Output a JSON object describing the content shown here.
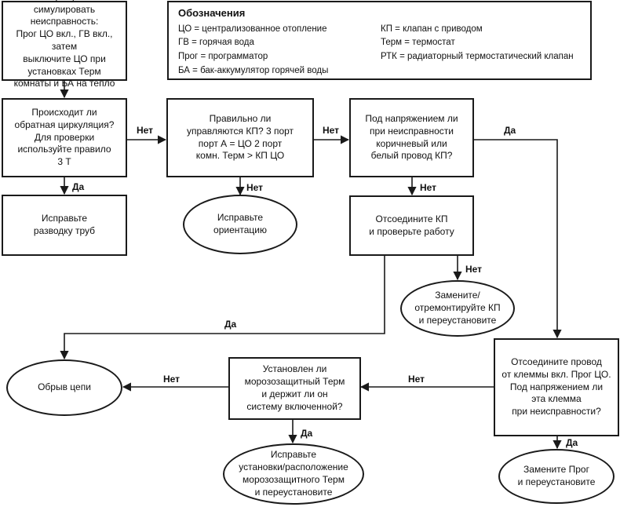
{
  "legend": {
    "title": "Обозначения",
    "items_left": [
      "ЦО = централизованное отопление",
      "ГВ = горячая вода",
      "Прог = программатор",
      "БА = бак-аккумулятор горячей воды"
    ],
    "items_right": [
      "КП = клапан с приводом",
      "Терм = термостат",
      "РТК = радиаторный термостатический клапан"
    ]
  },
  "nodes": {
    "start": "Попробуйте симулировать\nнеисправность:\nПрог ЦО вкл., ГВ вкл., затем\nвыключите ЦО при\nустановках Терм\nкомнаты и БА на тепло",
    "q_reverse": "Происходит ли\nобратная циркуляция?\nДля проверки\nиспользуйте правило\n3 Т",
    "fix_pipes": "Исправьте\nразводку труб",
    "q_valves": "Правильно ли\nуправляются КП? 3 порт\nпорт А = ЦО 2 порт\nкомн. Терм > КП ЦО",
    "fix_orientation": "Исправьте\nориентацию",
    "q_voltage": "Под напряжением ли\nпри неисправности\nкоричневый или\nбелый провод КП?",
    "disconnect_valve": "Отсоедините КП\nи проверьте работу",
    "replace_valve": "Замените/\nотремонтируйте КП\nи переустановите",
    "disconnect_wire": "Отсоедините провод\nот клеммы вкл. Прог ЦО.\nПод напряжением ли\nэта клемма\nпри неисправности?",
    "replace_prog": "Замените Прог\nи переустановите",
    "q_frost": "Установлен ли\nморозозащитный Терм\nи держит ли он\nсистему включенной?",
    "fix_frost": "Исправьте\nустановки/расположение\nморозозащитного Терм\nи переустановите",
    "open_circuit": "Обрыв цепи"
  },
  "labels": {
    "yes_reverse": "Да",
    "no_reverse": "Нет",
    "no_valves_down": "Нет",
    "no_valves_right": "Нет",
    "no_voltage": "Нет",
    "yes_voltage": "Да",
    "no_disconnect": "Нет",
    "yes_disconnect": "Да",
    "no_wire": "Нет",
    "yes_wire": "Да",
    "no_frost": "Нет",
    "yes_frost": "Да"
  },
  "colors": {
    "line": "#1a1a1a",
    "background": "#ffffff"
  }
}
